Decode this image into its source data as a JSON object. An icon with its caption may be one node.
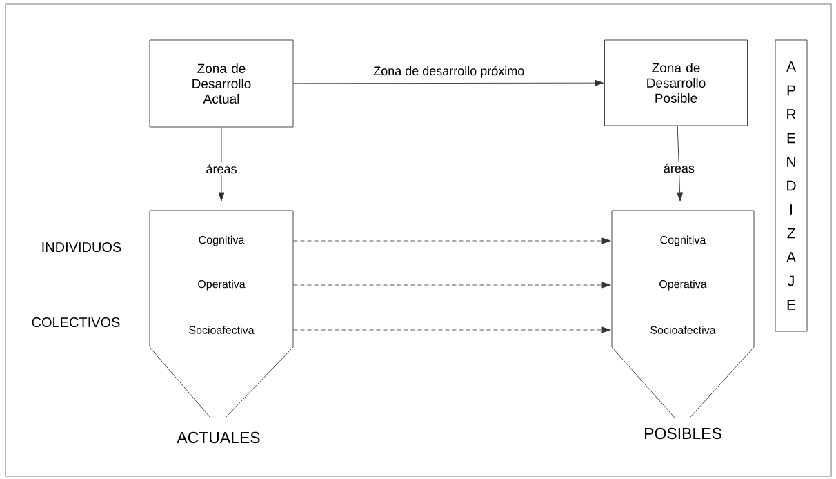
{
  "diagram": {
    "nodes": [
      {
        "text": [
          "Zona de Desarrollo Actual"
        ]
      },
      {
        "text": [
          "Zona de Desarrollo Posible"
        ]
      },
      {
        "text": [
          "APRENDIZAJE"
        ]
      },
      {
        "text": [
          "ACTUALES"
        ]
      },
      {
        "text": [
          "Cognitiva"
        ],
        "in": 3
      },
      {
        "text": [
          "Operativa"
        ],
        "in": 3
      },
      {
        "text": [
          "Socioafectiva"
        ],
        "in": 3
      },
      {
        "text": [
          "POSIBLES"
        ]
      },
      {
        "text": [
          "Cognitiva"
        ],
        "in": 7
      },
      {
        "text": [
          "Operativa"
        ],
        "in": 7
      },
      {
        "text": [
          "Socioafectiva"
        ],
        "in": 7
      }
    ],
    "edges": [
      {
        "from": 0,
        "to": 1,
        "arrow": "to",
        "label": "Zona de desarrollo próximo"
      },
      {
        "from": 0,
        "to": 3,
        "arrow": "to",
        "label": "áreas"
      },
      {
        "from": 1,
        "to": 7,
        "arrow": "to",
        "label": "áreas"
      },
      {
        "from": 4,
        "to": 8,
        "arrow": "to",
        "style": "dashed"
      },
      {
        "from": 5,
        "to": 9,
        "arrow": "to",
        "style": "dashed"
      },
      {
        "from": 6,
        "to": 10,
        "arrow": "to",
        "style": "dashed"
      }
    ],
    "labels": [
      "INDIVIDUOS",
      "COLECTIVOS"
    ]
  }
}
